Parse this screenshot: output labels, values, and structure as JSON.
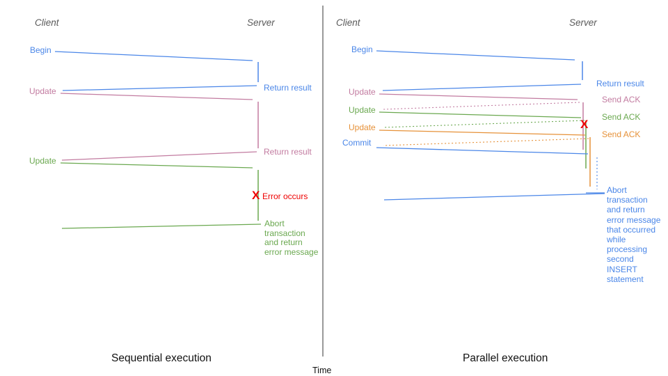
{
  "colors": {
    "blue": "#4a86e8",
    "pink": "#c27ba0",
    "green": "#6aa84f",
    "orange": "#e69138",
    "red": "#ee0000",
    "header_gray": "#595959",
    "axis_gray": "#555555",
    "caption_black": "#111111"
  },
  "time_axis": {
    "label": "Time"
  },
  "left_panel": {
    "caption": "Sequential execution",
    "client_header": "Client",
    "server_header": "Server",
    "messages": {
      "begin": "Begin",
      "return_result_1": "Return result",
      "update_1": "Update",
      "return_result_2": "Return result",
      "update_2": "Update",
      "error_marker": "X",
      "error_label": "Error occurs",
      "abort_note": "Abort\ntransaction\nand return\nerror message"
    }
  },
  "right_panel": {
    "caption": "Parallel execution",
    "client_header": "Client",
    "server_header": "Server",
    "messages": {
      "begin": "Begin",
      "return_result": "Return result",
      "update_1": "Update",
      "send_ack_1": "Send ACK",
      "update_2": "Update",
      "send_ack_2": "Send ACK",
      "update_3": "Update",
      "send_ack_3": "Send ACK",
      "commit": "Commit",
      "error_marker": "X",
      "abort_note": "Abort\ntransaction\nand return\nerror message\nthat occurred\nwhile\nprocessing\nsecond\nINSERT\nstatement"
    }
  }
}
